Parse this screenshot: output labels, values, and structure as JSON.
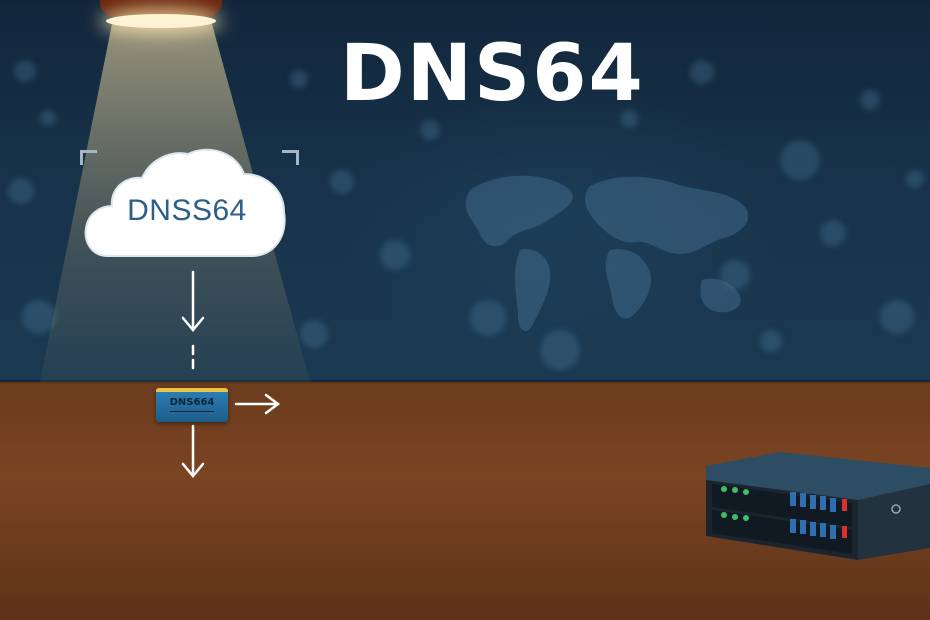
{
  "title": "DNS64",
  "cloud": {
    "label": "DNSS64"
  },
  "chip": {
    "label": "DNS664"
  },
  "colors": {
    "sky": "#17324a",
    "table": "#7a4422",
    "light": "#ffcd5a",
    "cloud": "#ffffff",
    "cloud_text": "#2d5f86",
    "chip_body": "#2a7db3",
    "chip_band": "#e9c446",
    "server_led_green": "#3fbf6a",
    "server_led_red": "#d93030"
  },
  "icons": {
    "cloud": "cloud-icon",
    "arrow_down": "arrow-down-icon",
    "arrow_right": "arrow-right-icon",
    "server": "server-rack-icon",
    "lamp": "ceiling-lamp-icon"
  }
}
